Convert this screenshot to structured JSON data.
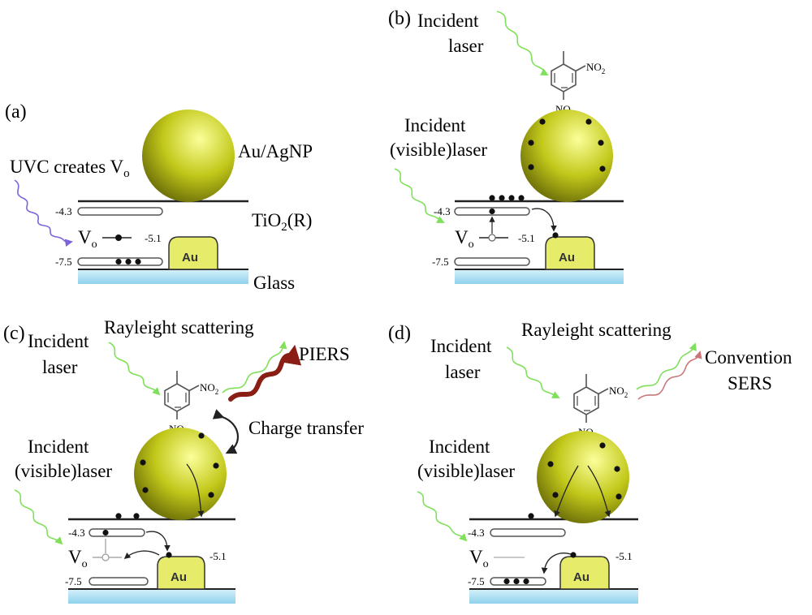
{
  "colors": {
    "sphere_light": "#fbff9a",
    "sphere_mid": "#c2c81a",
    "sphere_dark": "#6d7008",
    "au_block": "#e6ec6a",
    "glass_top": "#d6f1fb",
    "glass_bottom": "#8fd2ec",
    "laser_green": "#7fe05a",
    "uvc_blue": "#7d63d8",
    "piers_red": "#8a1d14",
    "sers_pink": "#c9777a"
  },
  "panel_a": {
    "label": "(a)",
    "uvc_text": "UVC creates V",
    "uvc_sub": "o",
    "np_label": "Au/AgNP",
    "tio2_label": "TiO",
    "tio2_sub": "2",
    "tio2_suffix": "(R)",
    "glass_label": "Glass",
    "cb": "-4.3",
    "vb": "-7.5",
    "vo_level": "-5.1",
    "vo_v": "V",
    "vo_sub": "o",
    "au": "Au"
  },
  "panel_b": {
    "label": "(b)",
    "laser_line1": "Incident",
    "laser_line2": "laser",
    "visible_line1": "Incident",
    "visible_line2": "(visible)laser",
    "no2_upper": "NO",
    "no2_lower": "NO",
    "no2_sub": "2",
    "cb": "-4.3",
    "vb": "-7.5",
    "vo_level": "-5.1",
    "vo_v": "V",
    "vo_sub": "o",
    "au": "Au"
  },
  "panel_c": {
    "label": "(c)",
    "laser_line1": "Incident",
    "laser_line2": "laser",
    "rayleigh": "Rayleight scattering",
    "piers": "PIERS",
    "charge_transfer": "Charge transfer",
    "visible_line1": "Incident",
    "visible_line2": "(visible)laser",
    "no2_upper": "NO",
    "no2_lower": "NO",
    "no2_sub": "2",
    "cb": "-4.3",
    "vb": "-7.5",
    "vo_level": "-5.1",
    "vo_v": "V",
    "vo_sub": "o",
    "au": "Au"
  },
  "panel_d": {
    "label": "(d)",
    "laser_line1": "Incident",
    "laser_line2": "laser",
    "rayleigh": "Rayleight scattering",
    "convention_line1": "Convention",
    "convention_line2": "SERS",
    "visible_line1": "Incident",
    "visible_line2": "(visible)laser",
    "no2_upper": "NO",
    "no2_lower": "NO",
    "no2_sub": "2",
    "cb": "-4.3",
    "vb": "-7.5",
    "vo_level": "-5.1",
    "vo_v": "V",
    "vo_sub": "o",
    "au": "Au"
  }
}
